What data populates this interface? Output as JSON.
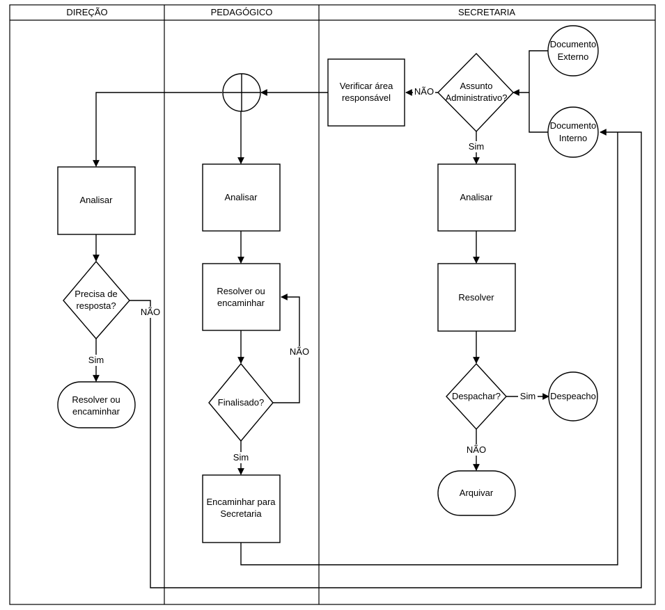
{
  "lanes": {
    "direcao": "DIREÇÃO",
    "pedagogico": "PEDAGÓGICO",
    "secretaria": "SECRETARIA"
  },
  "nodes": {
    "doc_externo": [
      "Documento",
      "Externo"
    ],
    "doc_interno": [
      "Documento",
      "Interno"
    ],
    "assunto_adm": [
      "Assunto",
      "Administrativo?"
    ],
    "verificar_area": [
      "Verificar área",
      "responsável"
    ],
    "analisar_dir": [
      "Analisar"
    ],
    "precisa_resposta": [
      "Precisa de",
      "resposta?"
    ],
    "resolver_encaminhar_dir": [
      "Resolver ou",
      "encaminhar"
    ],
    "analisar_ped": [
      "Analisar"
    ],
    "resolver_encaminhar_ped": [
      "Resolver ou",
      "encaminhar"
    ],
    "finalisado": [
      "Finalisado?"
    ],
    "encaminhar_secretaria": [
      "Encaminhar para",
      "Secretaria"
    ],
    "analisar_sec": [
      "Analisar"
    ],
    "resolver_sec": [
      "Resolver"
    ],
    "despachar": [
      "Despachar?"
    ],
    "despeacho": [
      "Despeacho"
    ],
    "arquivar": [
      "Arquivar"
    ]
  },
  "edge_labels": {
    "nao_assunto": "NÃO",
    "sim_assunto": "Sim",
    "nao_precisa": "NÃO",
    "sim_precisa": "Sim",
    "nao_finalisado": "NÃO",
    "sim_finalisado": "Sim",
    "sim_despachar": "Sim",
    "nao_despachar": "NÃO"
  }
}
